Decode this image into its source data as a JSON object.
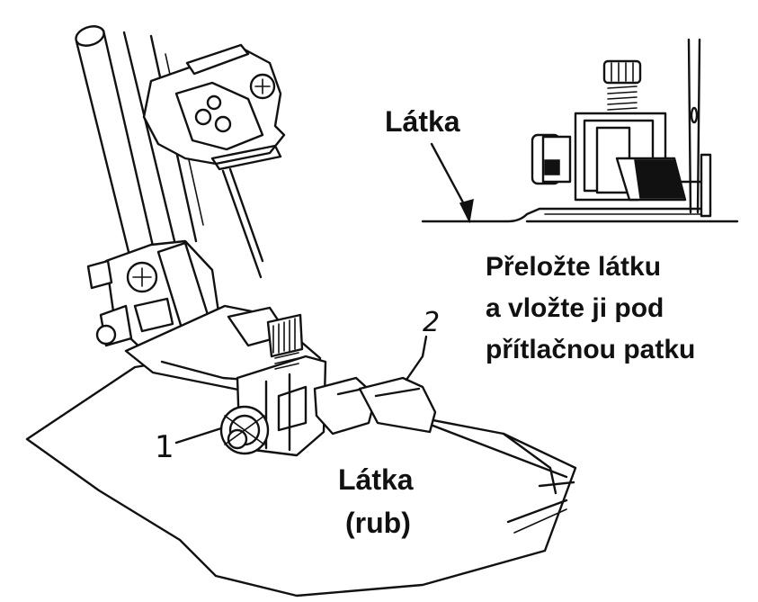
{
  "labels": {
    "fabric_top": "Látka",
    "instruction_line1": "Přeložte látku",
    "instruction_line2": "a vložte ji pod",
    "instruction_line3": "přítlačnou patku",
    "fabric_wrong_side_line1": "Látka",
    "fabric_wrong_side_line2": "(rub)",
    "callout_1": "1",
    "callout_2": "2"
  },
  "colors": {
    "ink": "#111111",
    "paper": "#ffffff"
  }
}
